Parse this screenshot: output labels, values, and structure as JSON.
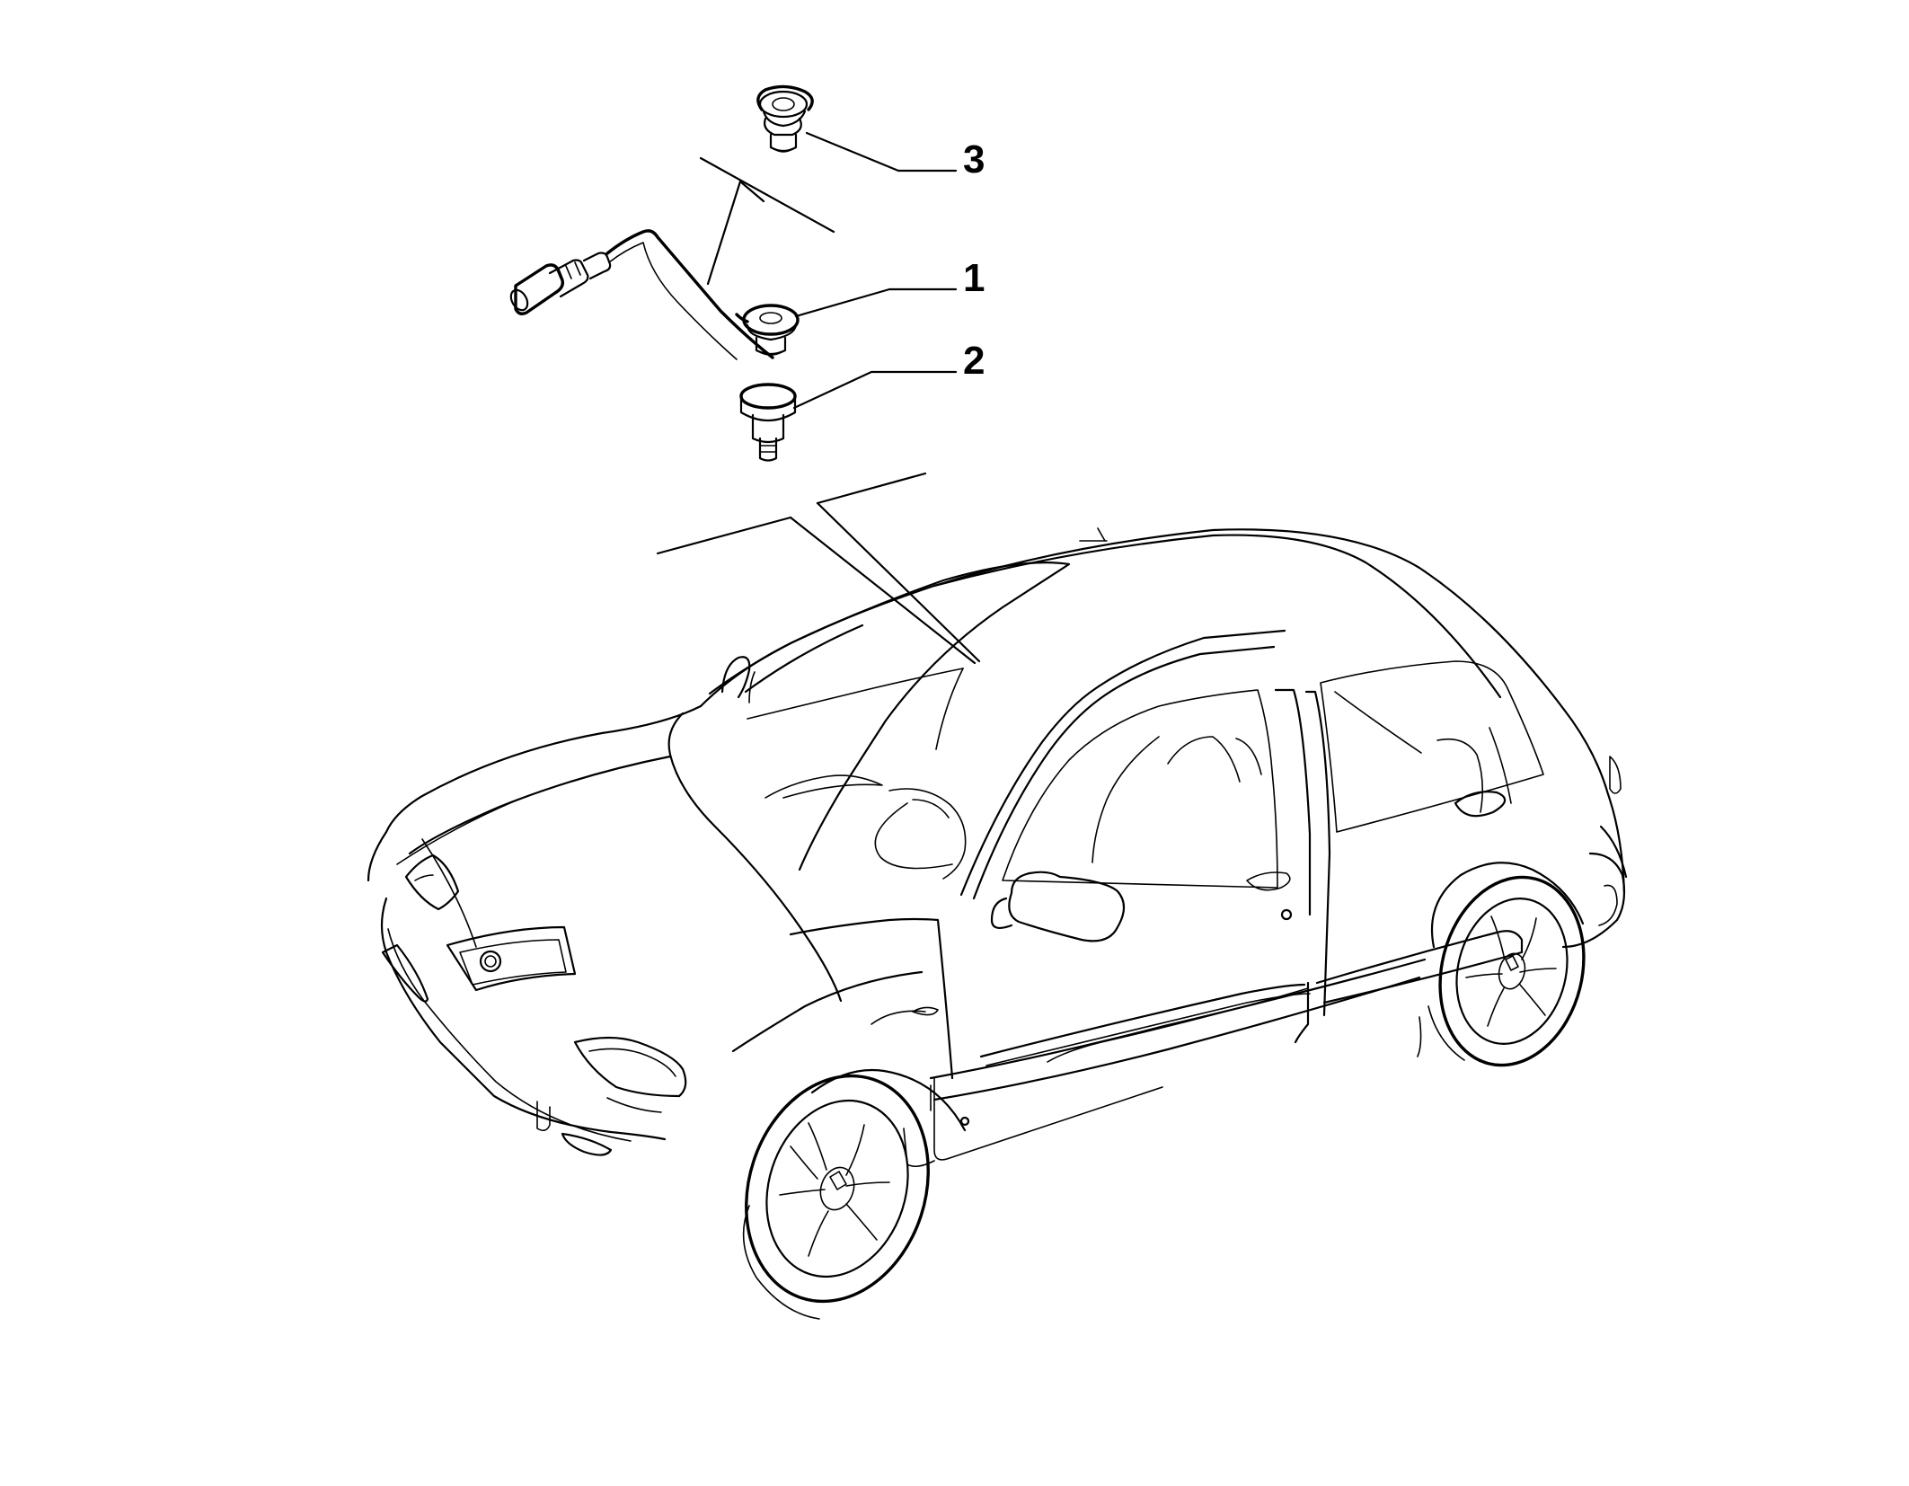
{
  "callouts": [
    {
      "id": "1",
      "label": "1",
      "part": "sensor-with-cable"
    },
    {
      "id": "2",
      "label": "2",
      "part": "washer-screw"
    },
    {
      "id": "3",
      "label": "3",
      "part": "grommet-clip"
    }
  ],
  "colors": {
    "ink": "#000000",
    "background": "#ffffff"
  }
}
